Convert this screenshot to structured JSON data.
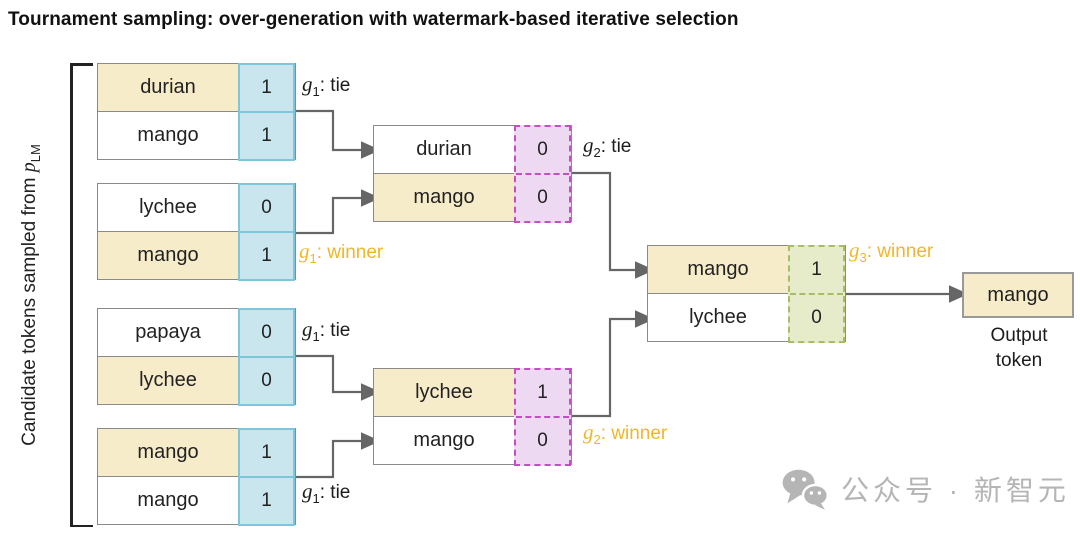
{
  "title": "Tournament sampling: over-generation with watermark-based iterative selection",
  "axis_label": {
    "prefix": "Candidate tokens sampled from ",
    "var": "p",
    "sub": "LM"
  },
  "boxes": [
    {
      "round": 1,
      "rows": [
        {
          "token": "durian",
          "score": "1",
          "highlight": true
        },
        {
          "token": "mango",
          "score": "1",
          "highlight": false
        }
      ]
    },
    {
      "round": 1,
      "rows": [
        {
          "token": "lychee",
          "score": "0",
          "highlight": false
        },
        {
          "token": "mango",
          "score": "1",
          "highlight": true
        }
      ]
    },
    {
      "round": 1,
      "rows": [
        {
          "token": "papaya",
          "score": "0",
          "highlight": false
        },
        {
          "token": "lychee",
          "score": "0",
          "highlight": true
        }
      ]
    },
    {
      "round": 1,
      "rows": [
        {
          "token": "mango",
          "score": "1",
          "highlight": true
        },
        {
          "token": "mango",
          "score": "1",
          "highlight": false
        }
      ]
    },
    {
      "round": 2,
      "rows": [
        {
          "token": "durian",
          "score": "0",
          "highlight": false
        },
        {
          "token": "mango",
          "score": "0",
          "highlight": true
        }
      ]
    },
    {
      "round": 2,
      "rows": [
        {
          "token": "lychee",
          "score": "1",
          "highlight": true
        },
        {
          "token": "mango",
          "score": "0",
          "highlight": false
        }
      ]
    },
    {
      "round": 3,
      "rows": [
        {
          "token": "mango",
          "score": "1",
          "highlight": true
        },
        {
          "token": "lychee",
          "score": "0",
          "highlight": false
        }
      ]
    }
  ],
  "labels": [
    {
      "g": "g",
      "sub": "1",
      "rest": ": tie",
      "winner": false
    },
    {
      "g": "g",
      "sub": "1",
      "rest": ": winner",
      "winner": true
    },
    {
      "g": "g",
      "sub": "2",
      "rest": ": tie",
      "winner": false
    },
    {
      "g": "g",
      "sub": "2",
      "rest": ": winner",
      "winner": true
    },
    {
      "g": "g",
      "sub": "1",
      "rest": ": tie",
      "winner": false
    },
    {
      "g": "g",
      "sub": "1",
      "rest": ": tie",
      "winner": false
    },
    {
      "g": "g",
      "sub": "3",
      "rest": ": winner",
      "winner": true
    }
  ],
  "output": {
    "token": "mango",
    "caption": "Output token"
  },
  "watermark": {
    "text": "公众号 · 新智元"
  },
  "colors": {
    "cream": "#f7ecc9",
    "blue_fill": "#c9e6ef",
    "blue_border": "#7ec6d9",
    "pink_fill": "#eed9f2",
    "pink_border": "#c44fc0",
    "green_fill": "#e6ecca",
    "green_border": "#a4bd66",
    "box_border": "#8a8a8a",
    "arrow": "#666666",
    "winner": "#f0b62a",
    "text": "#1f1f1f",
    "watermark": "#b5b5b5"
  }
}
